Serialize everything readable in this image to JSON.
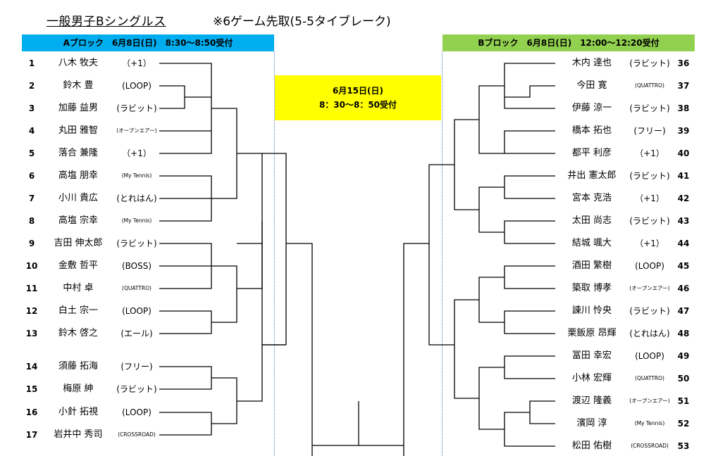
{
  "title": "一般男子Bシングルス",
  "rule": "※6ゲーム先取(5-5タイブレーク)",
  "block_a": {
    "label": "Aブロック　6月8日(日)　8:30～8:50受付"
  },
  "block_b": {
    "label": "Bブロック　6月8日(日)　12:00～12:20受付"
  },
  "final": {
    "date": "6月15日(日)",
    "time": "8：30～8：50受付"
  },
  "players_a": [
    {
      "num": "1",
      "name": "八木 牧夫",
      "club": "（+1）",
      "size": "big"
    },
    {
      "num": "2",
      "name": "鈴木 豊",
      "club": "(LOOP)",
      "size": "big"
    },
    {
      "num": "3",
      "name": "加藤 益男",
      "club": "(ラビット)",
      "size": "big"
    },
    {
      "num": "4",
      "name": "丸田 雅智",
      "club": "(オープンエアー)",
      "size": "small"
    },
    {
      "num": "5",
      "name": "落合 兼隆",
      "club": "（+1）",
      "size": "big"
    },
    {
      "num": "6",
      "name": "高塩 朋幸",
      "club": "(My Tennis)",
      "size": "small"
    },
    {
      "num": "7",
      "name": "小川 貴広",
      "club": "(とれはん)",
      "size": "big"
    },
    {
      "num": "8",
      "name": "高塩 宗幸",
      "club": "(My Tennis)",
      "size": "small"
    },
    {
      "num": "9",
      "name": "吉田 伸太郎",
      "club": "(ラビット)",
      "size": "big"
    },
    {
      "num": "10",
      "name": "金敷 哲平",
      "club": "(BOSS)",
      "size": "big"
    },
    {
      "num": "11",
      "name": "中村 卓",
      "club": "(QUATTRO)",
      "size": "small"
    },
    {
      "num": "12",
      "name": "白土 宗一",
      "club": "(LOOP)",
      "size": "big"
    },
    {
      "num": "13",
      "name": "鈴木 啓之",
      "club": "(エール)",
      "size": "big"
    },
    {
      "num": "14",
      "name": "須藤 拓海",
      "club": "(フリー)",
      "size": "big"
    },
    {
      "num": "15",
      "name": "梅原 紳",
      "club": "(ラビット)",
      "size": "big"
    },
    {
      "num": "16",
      "name": "小針 拓視",
      "club": "(LOOP)",
      "size": "big"
    },
    {
      "num": "17",
      "name": "岩井中 秀司",
      "club": "(CROSSROAD)",
      "size": "small"
    }
  ],
  "players_b": [
    {
      "num": "36",
      "name": "木内 達也",
      "club": "(ラビット)",
      "size": "big"
    },
    {
      "num": "37",
      "name": "今田 寛",
      "club": "(QUATTRO)",
      "size": "small"
    },
    {
      "num": "38",
      "name": "伊藤 涼一",
      "club": "(ラビット)",
      "size": "big"
    },
    {
      "num": "39",
      "name": "橋本 拓也",
      "club": "(フリー)",
      "size": "big"
    },
    {
      "num": "40",
      "name": "都平 利彦",
      "club": "（+1）",
      "size": "big"
    },
    {
      "num": "41",
      "name": "井出 憲太郎",
      "club": "(ラビット)",
      "size": "big"
    },
    {
      "num": "42",
      "name": "宮本 克浩",
      "club": "（+1）",
      "size": "big"
    },
    {
      "num": "43",
      "name": "太田 尚志",
      "club": "(ラビット)",
      "size": "big"
    },
    {
      "num": "44",
      "name": "結城 颯大",
      "club": "（+1）",
      "size": "big"
    },
    {
      "num": "45",
      "name": "酒田 繁樹",
      "club": "(LOOP)",
      "size": "big"
    },
    {
      "num": "46",
      "name": "築取 博孝",
      "club": "(オープンエアー)",
      "size": "small"
    },
    {
      "num": "47",
      "name": "諌川 怜央",
      "club": "(ラビット)",
      "size": "big"
    },
    {
      "num": "48",
      "name": "栗飯原 昂輝",
      "club": "(とれはん)",
      "size": "big"
    },
    {
      "num": "49",
      "name": "冨田 幸宏",
      "club": "(LOOP)",
      "size": "big"
    },
    {
      "num": "50",
      "name": "小林 宏輝",
      "club": "(QUATTRO)",
      "size": "small"
    },
    {
      "num": "51",
      "name": "渡辺 隆義",
      "club": "(オープンエアー)",
      "size": "small"
    },
    {
      "num": "52",
      "name": "濱岡 淳",
      "club": "(My Tennis)",
      "size": "small"
    },
    {
      "num": "53",
      "name": "松田 佑樹",
      "club": "(CROSSROAD)",
      "size": "small"
    }
  ]
}
